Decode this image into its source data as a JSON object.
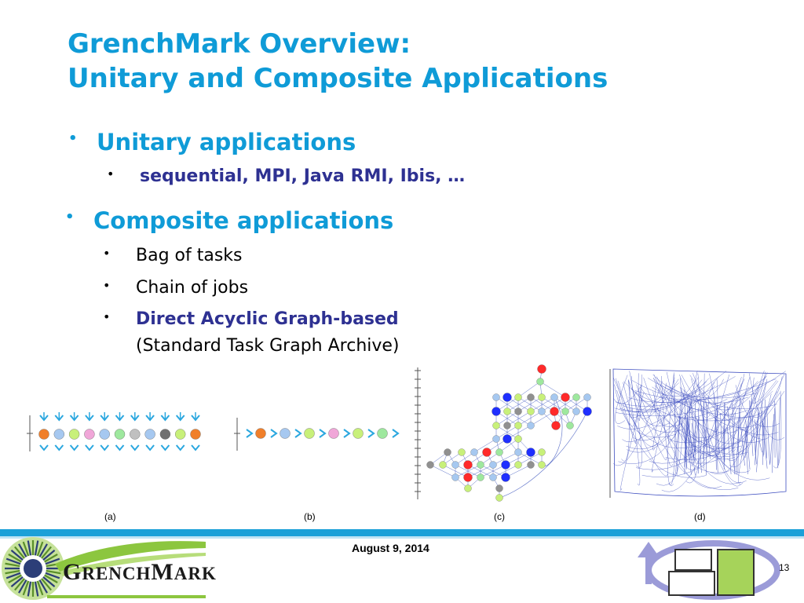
{
  "title": {
    "line1": "GrenchMark Overview:",
    "line2": "Unitary and Composite Applications"
  },
  "bullets": {
    "unitary": {
      "label": "Unitary applications",
      "sub": "sequential, MPI, Java RMI, Ibis, …"
    },
    "composite": {
      "label": "Composite applications",
      "items": [
        "Bag of tasks",
        "Chain of jobs",
        "Direct Acyclic Graph-based",
        "(Standard Task Graph Archive)"
      ]
    }
  },
  "figure_captions": [
    "(a)",
    "(b)",
    "(c)",
    "(d)"
  ],
  "footer": {
    "date": "August 9, 2014",
    "page_number": "13",
    "logo_text_first": "G",
    "logo_text_rest": "RENCH",
    "logo_text_first2": "M",
    "logo_text_rest2": "ARK"
  },
  "colors": {
    "title": "#0f9bd7",
    "highlight": "#2e3192",
    "band": "#1aa0d8",
    "logo_green": "#8cc63f",
    "arrow_purple": "#9b9bd8"
  }
}
